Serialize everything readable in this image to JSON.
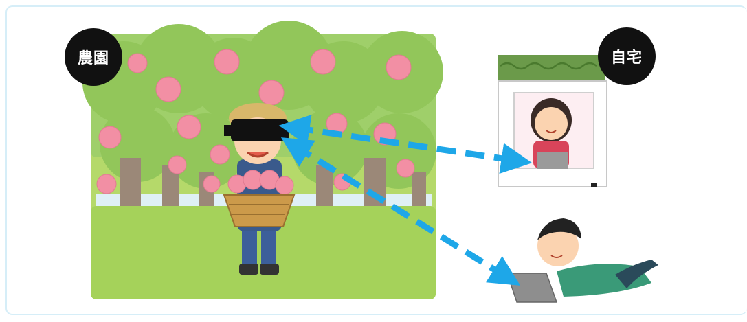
{
  "labels": {
    "farm": "農園",
    "home": "自宅"
  },
  "icons": {
    "farm_scene": "peach-orchard-illustration",
    "farmer": "farmer-with-vr-headset-illustration",
    "house": "house-illustration",
    "home_user": "woman-with-laptop-illustration",
    "lying_user": "boy-lying-with-laptop-illustration",
    "link_arrows": "dashed-double-arrow-icon"
  },
  "colors": {
    "arrow": "#1ea7e8",
    "badge": "#111111",
    "grass": "#a5d25a",
    "peach": "#f28fa4",
    "roof": "#6b9a4a"
  }
}
